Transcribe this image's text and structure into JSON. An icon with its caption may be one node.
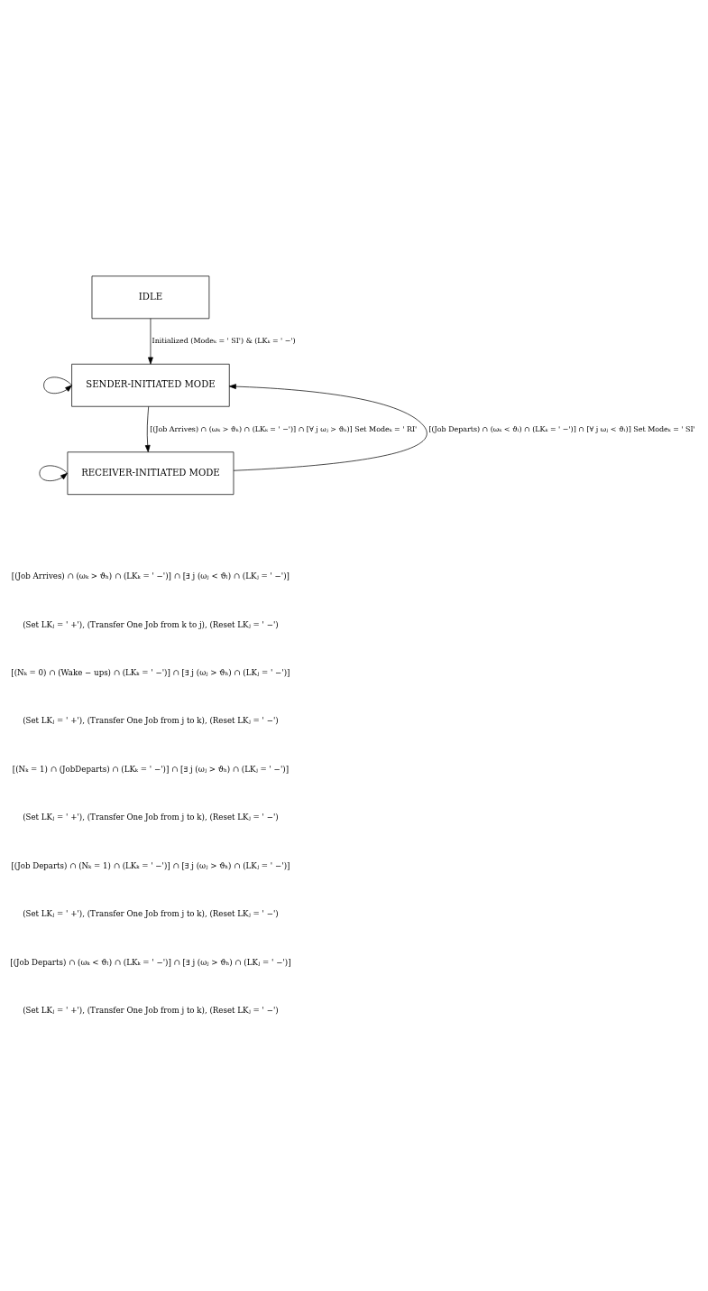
{
  "diagram": {
    "nodes": [
      {
        "text": [
          "IDLE"
        ]
      },
      {
        "text": [
          "SENDER-INITIATED MODE"
        ]
      },
      {
        "text": [
          "RECEIVER-INITIATED MODE"
        ]
      }
    ],
    "edges": [
      {
        "from": 0,
        "to": 1,
        "arrow": "to",
        "label": "Initialized (Modeₖ = ' SI') & (LKₖ = ' −')"
      },
      {
        "from": 1,
        "to": 1,
        "arrow": "to"
      },
      {
        "from": 1,
        "to": 2,
        "arrow": "to",
        "label": "[(Job Arrives) ∩ (ωₖ > ϑₕ) ∩ (LKₖ = ' −')] ∩ [∀ j ωⱼ > ϑₕ)] Set Modeₖ = ' RI'"
      },
      {
        "from": 2,
        "to": 2,
        "arrow": "to"
      },
      {
        "from": 2,
        "to": 1,
        "arrow": "to",
        "label": "[(Job Departs) ∩ (ωₖ < ϑₗ) ∩ (LKₖ = ' −')] ∩ [∀ j ωⱼ < ϑₗ)] Set Modeₖ = ' SI'"
      }
    ],
    "labels": [
      "[(Job Arrives) ∩ (ωₖ > ϑₕ) ∩ (LKₖ = ' −')] ∩ [∃ j (ωⱼ < ϑₗ) ∩ (LKⱼ = ' −')]",
      "(Set LKⱼ = ' +'), (Transfer One Job from k to j), (Reset LKⱼ = ' −')",
      "[(Nₖ = 0) ∩ (Wake − ups) ∩ (LKₖ = ' −')] ∩ [∃ j (ωⱼ > ϑₕ) ∩ (LKⱼ = ' −')]",
      "(Set LKⱼ = ' +'), (Transfer One Job from j to k), (Reset LKⱼ = ' −')",
      "[(Nₖ = 1) ∩ (JobDeparts) ∩ (LKₖ = ' −')] ∩ [∃ j (ωⱼ > ϑₕ) ∩ (LKⱼ = ' −')]",
      "(Set LKⱼ = ' +'), (Transfer One Job from j to k), (Reset LKⱼ = ' −')",
      "[(Job Departs) ∩ (Nₖ = 1) ∩ (LKₖ = ' −')] ∩ [∃ j (ωⱼ > ϑₕ) ∩ (LKⱼ = ' −')]",
      "(Set LKⱼ = ' +'), (Transfer One Job from j to k), (Reset LKⱼ = ' −')",
      "[(Job Departs) ∩ (ωₖ < ϑₗ) ∩ (LKₖ = ' −')] ∩ [∃ j (ωⱼ > ϑₕ) ∩ (LKⱼ = ' −')]",
      "(Set LKⱼ = ' +'), (Transfer One Job from j to k), (Reset LKⱼ = ' −')"
    ]
  }
}
